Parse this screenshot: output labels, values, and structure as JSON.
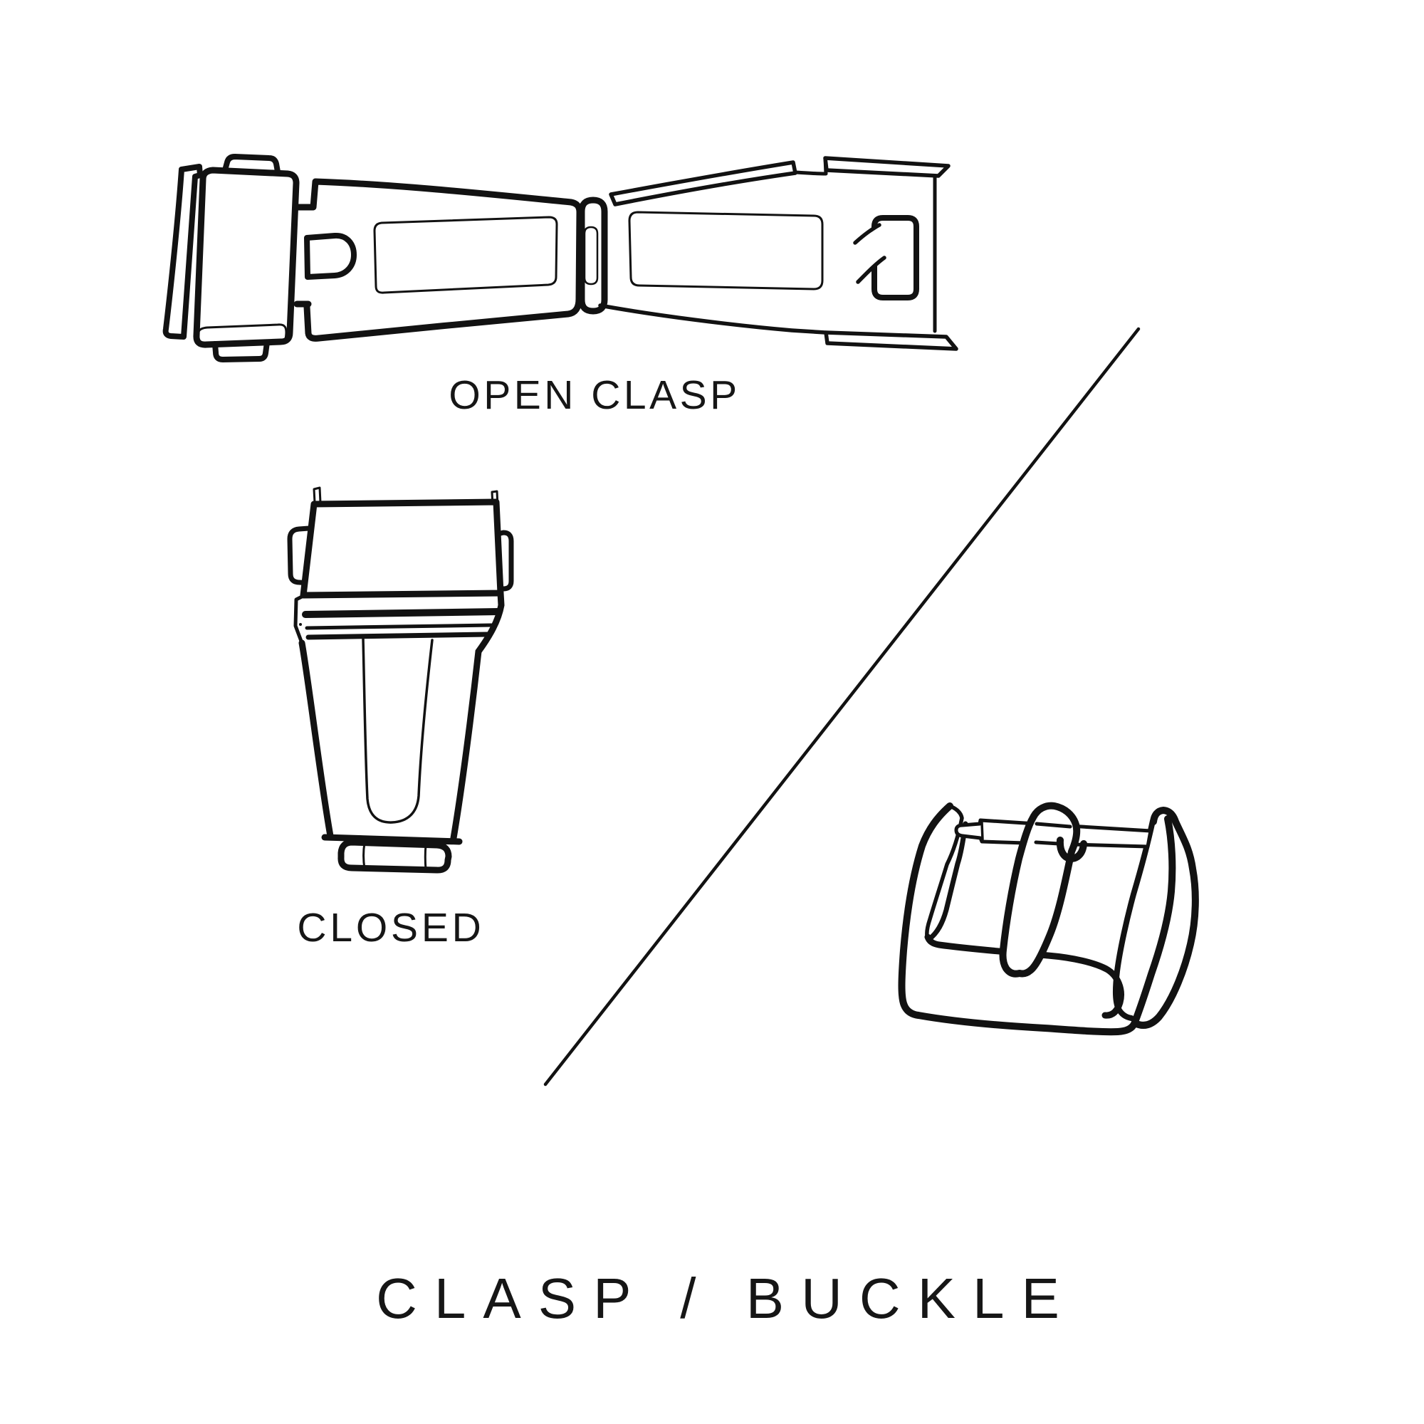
{
  "page": {
    "background_color": "#ffffff",
    "ink_color": "#121212"
  },
  "figures": {
    "open_clasp": {
      "label": "OPEN CLASP"
    },
    "closed_clasp": {
      "label": "CLOSED"
    }
  },
  "title": {
    "text": "CLASP / BUCKLE"
  }
}
